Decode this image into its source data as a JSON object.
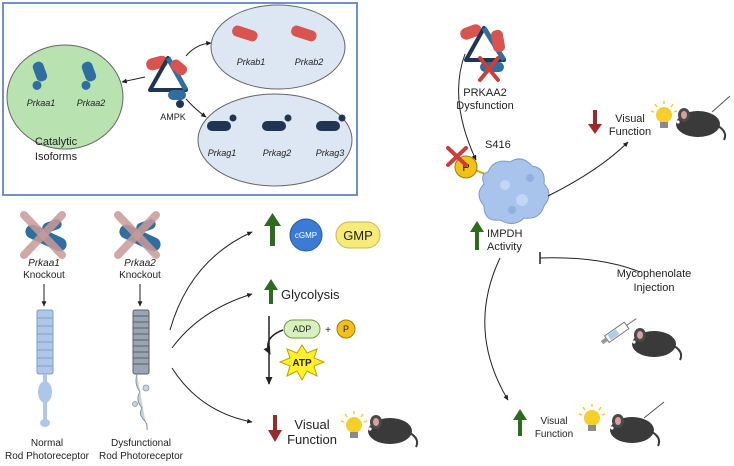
{
  "colors": {
    "box_border": "#6f8fd0",
    "catalytic_fill": "#b8e3b0",
    "beta_gamma_fill": "#dde6f3",
    "alpha_blue": "#2f6fa0",
    "beta_red": "#d9534f",
    "gamma_navy": "#1f3552",
    "up_green": "#2e6b1e",
    "down_red": "#9c2a2a",
    "cross_red": "#c9403a",
    "cgmp_blue": "#3a7bd5",
    "gmp_yellow": "#f6ea78",
    "adp_green": "#d8f0c0",
    "p_gold": "#f2c118",
    "atp_yellow": "#fff02a",
    "impdh_blue": "#a9c4ec",
    "photoreceptor_blue": "#aec7e8"
  },
  "ampk_panel": {
    "complex_label": "AMPK",
    "catalytic": {
      "caption_line1": "Catalytic",
      "caption_line2": "Isoforms",
      "genes": [
        "Prkaa1",
        "Prkaa2"
      ]
    },
    "beta": {
      "genes": [
        "Prkab1",
        "Prkab2"
      ]
    },
    "gamma": {
      "genes": [
        "Prkag1",
        "Prkag2",
        "Prkag3"
      ]
    }
  },
  "knockouts": [
    {
      "gene": "Prkaa1",
      "label": "Knockout",
      "outcome_line1": "Normal",
      "outcome_line2": "Rod Photoreceptor"
    },
    {
      "gene": "Prkaa2",
      "label": "Knockout",
      "outcome_line1": "Dysfunctional",
      "outcome_line2": "Rod Photoreceptor"
    }
  ],
  "outcomes": {
    "cgmp_label": "cGMP",
    "gmp_label": "GMP",
    "glycolysis_label": "Glycolysis",
    "adp_label": "ADP",
    "plus_label": "+",
    "p_label": "P",
    "atp_label": "ATP",
    "visual_line1": "Visual",
    "visual_line2": "Function"
  },
  "right_panel": {
    "dysfunction_line1": "PRKAA2",
    "dysfunction_line2": "Dysfunction",
    "site_label": "S416",
    "p_label": "P",
    "impdh_line1": "IMPDH",
    "impdh_line2": "Activity",
    "visual_top_line1": "Visual",
    "visual_top_line2": "Function",
    "myco_line1": "Mycophenolate",
    "myco_line2": "Injection",
    "visual_bottom_line1": "Visual",
    "visual_bottom_line2": "Function"
  }
}
